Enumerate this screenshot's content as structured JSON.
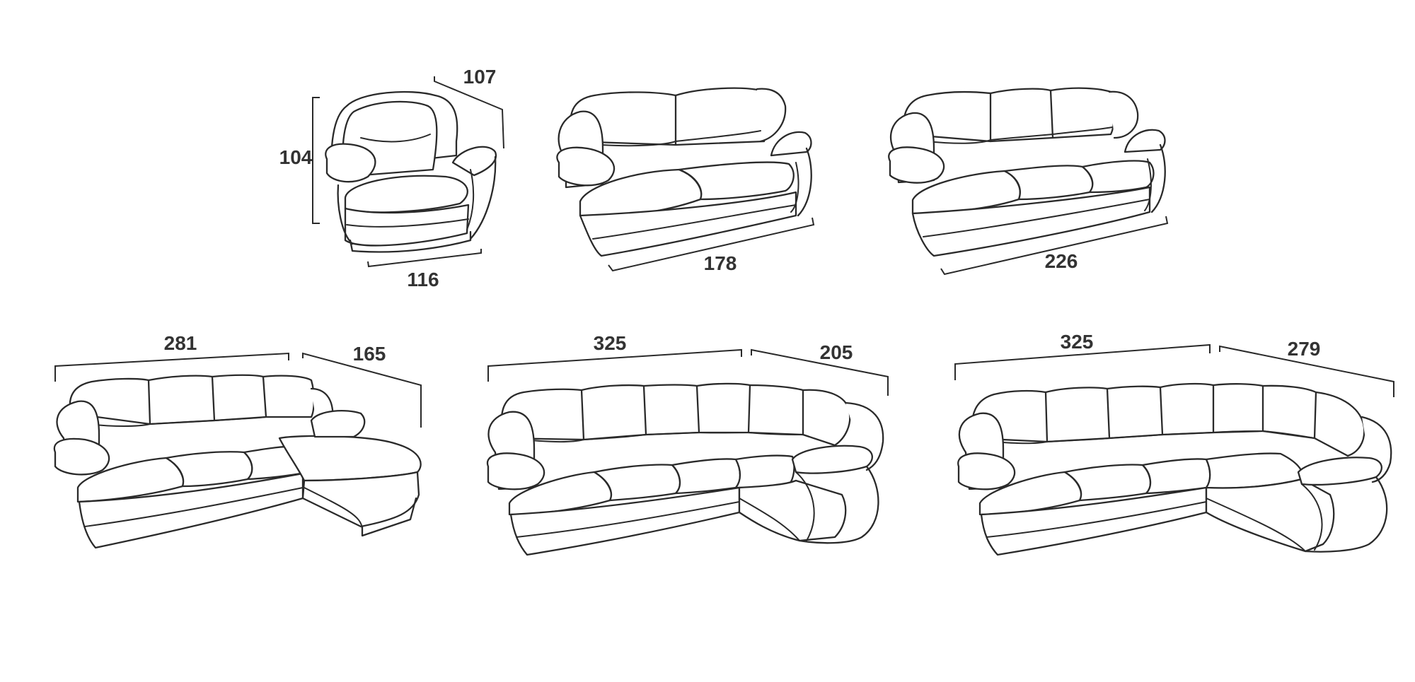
{
  "diagram": {
    "items": [
      {
        "id": "armchair",
        "dimensions": {
          "height": "104",
          "depth": "107",
          "width": "116"
        }
      },
      {
        "id": "sofa-2-seat",
        "dimensions": {
          "width": "178"
        }
      },
      {
        "id": "sofa-3-seat",
        "dimensions": {
          "width": "226"
        }
      },
      {
        "id": "corner-sofa-chaise",
        "dimensions": {
          "length": "281",
          "side": "165"
        }
      },
      {
        "id": "corner-sofa-205",
        "dimensions": {
          "length": "325",
          "side": "205"
        }
      },
      {
        "id": "corner-sofa-279",
        "dimensions": {
          "length": "325",
          "side": "279"
        }
      }
    ]
  },
  "colors": {
    "line": "#2a2a2a",
    "label": "#333333",
    "background": "#ffffff"
  }
}
